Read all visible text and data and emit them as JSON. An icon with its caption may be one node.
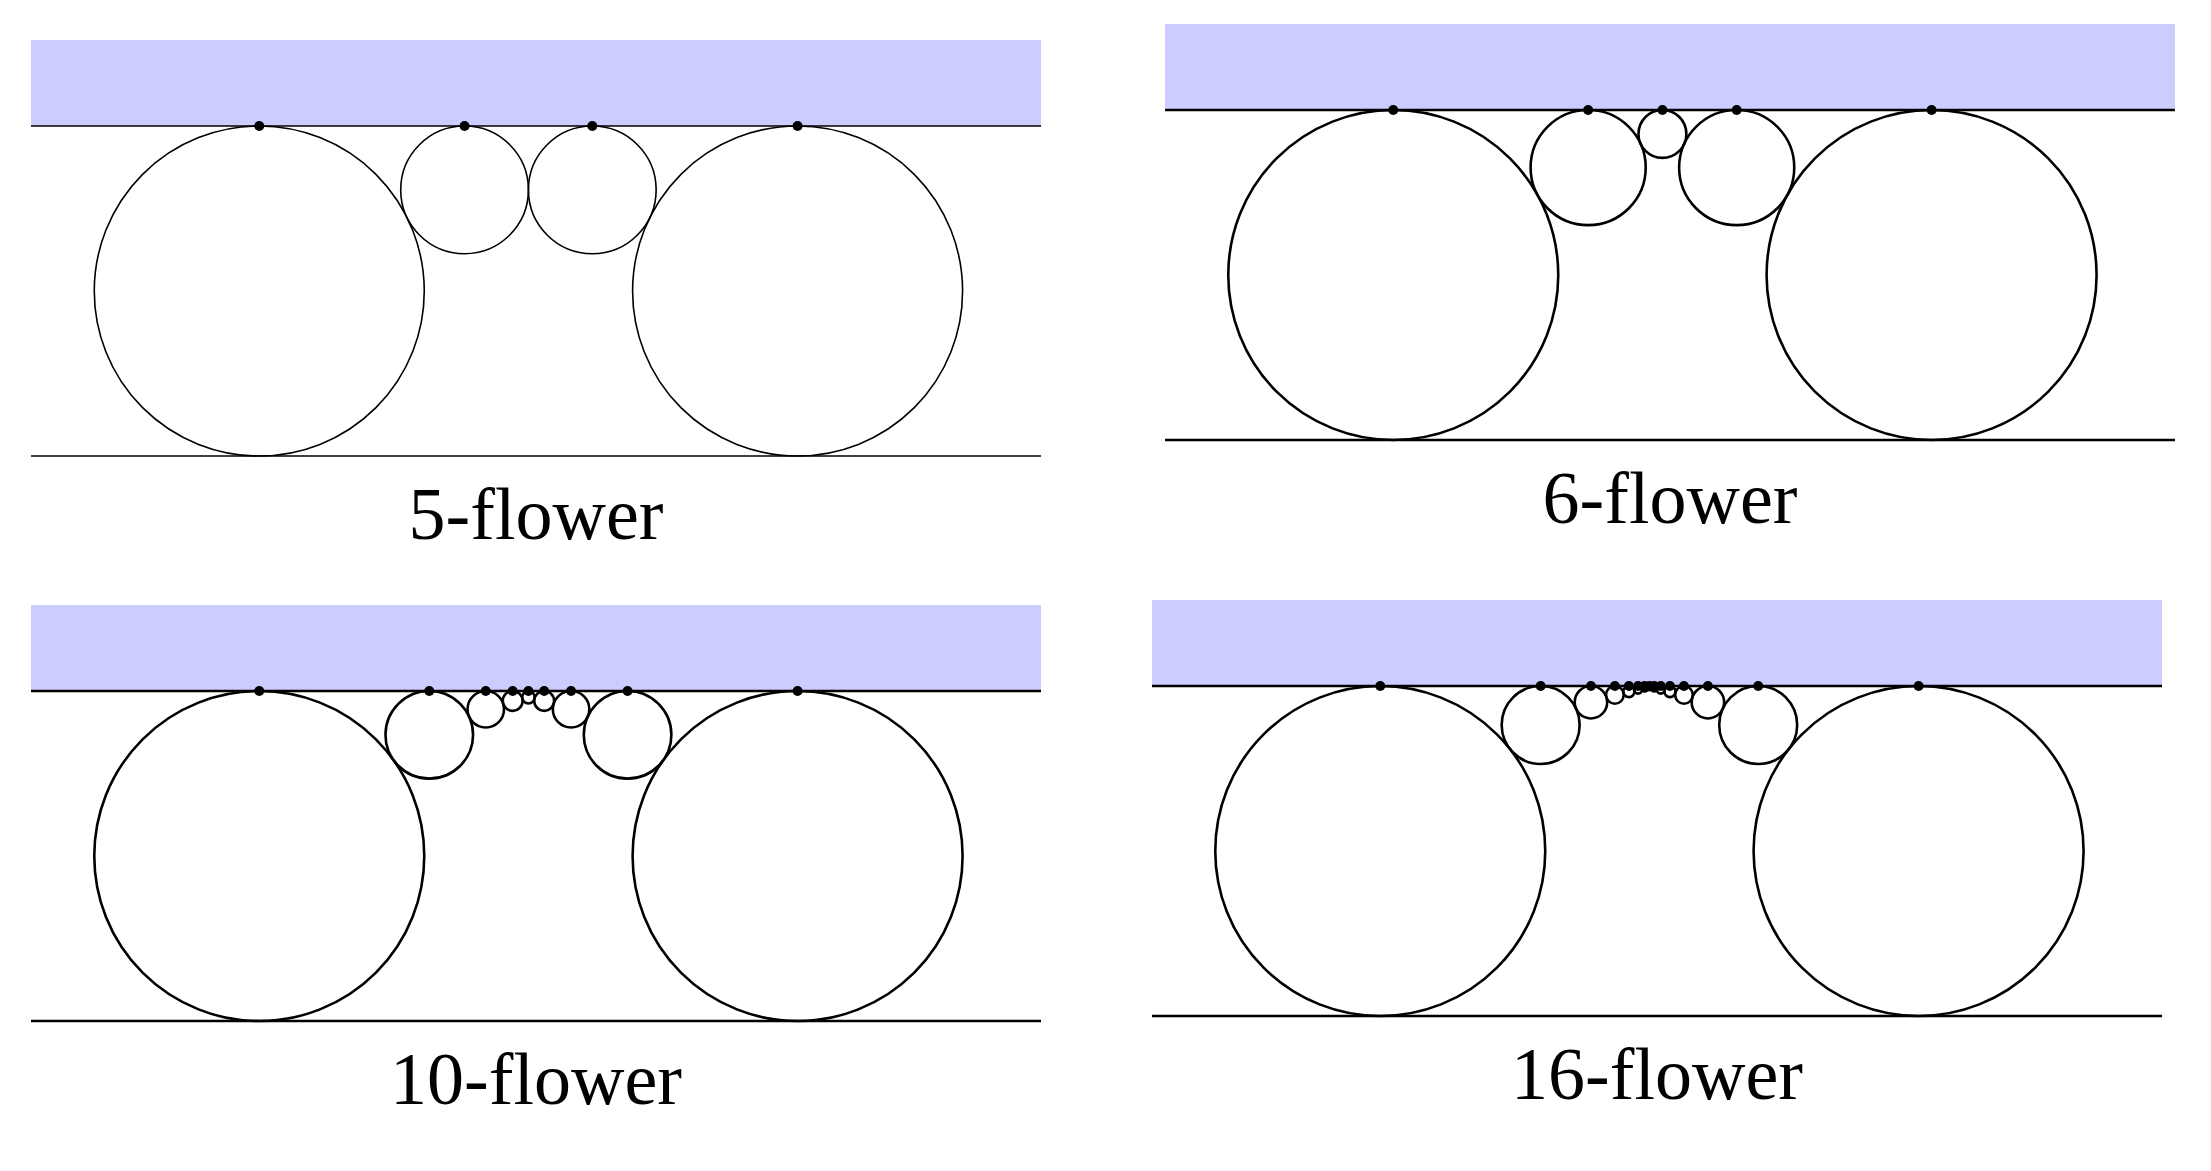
{
  "diagram": {
    "labels": [
      "5-flower",
      "6-flower",
      "10-flower",
      "16-flower"
    ]
  }
}
